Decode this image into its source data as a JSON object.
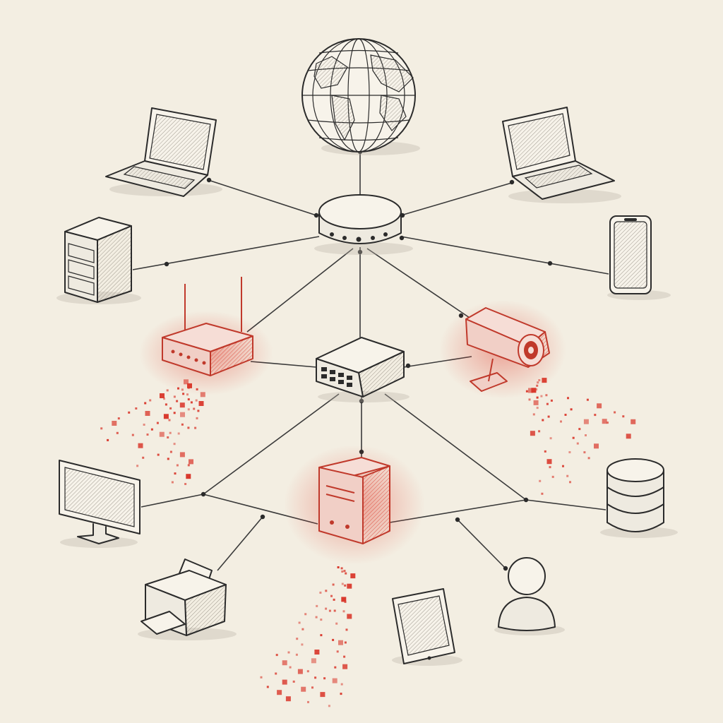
{
  "diagram": {
    "type": "network-topology",
    "accent_color": "#d9382c",
    "ink_color": "#2b2b2b",
    "background_color": "#f3eee2",
    "nodes": [
      {
        "id": "globe",
        "icon": "globe-icon",
        "compromised": false
      },
      {
        "id": "hub",
        "icon": "network-hub-icon",
        "compromised": false
      },
      {
        "id": "switch",
        "icon": "network-switch-icon",
        "compromised": false
      },
      {
        "id": "laptop-left",
        "icon": "laptop-icon",
        "compromised": false
      },
      {
        "id": "laptop-right",
        "icon": "laptop-icon",
        "compromised": false
      },
      {
        "id": "server-tower",
        "icon": "server-tower-icon",
        "compromised": false
      },
      {
        "id": "smartphone",
        "icon": "smartphone-icon",
        "compromised": false
      },
      {
        "id": "wifi-router",
        "icon": "wifi-router-icon",
        "compromised": true
      },
      {
        "id": "security-camera",
        "icon": "security-camera-icon",
        "compromised": true
      },
      {
        "id": "server-box",
        "icon": "server-box-icon",
        "compromised": true
      },
      {
        "id": "monitor",
        "icon": "monitor-icon",
        "compromised": false
      },
      {
        "id": "database",
        "icon": "database-icon",
        "compromised": false
      },
      {
        "id": "printer",
        "icon": "printer-icon",
        "compromised": false
      },
      {
        "id": "tablet",
        "icon": "tablet-icon",
        "compromised": false
      },
      {
        "id": "user",
        "icon": "user-icon",
        "compromised": false
      }
    ],
    "links": [
      [
        "globe",
        "hub"
      ],
      [
        "laptop-left",
        "hub"
      ],
      [
        "laptop-right",
        "hub"
      ],
      [
        "server-tower",
        "hub"
      ],
      [
        "smartphone",
        "hub"
      ],
      [
        "hub",
        "switch"
      ],
      [
        "hub",
        "wifi-router"
      ],
      [
        "hub",
        "security-camera"
      ],
      [
        "wifi-router",
        "switch"
      ],
      [
        "security-camera",
        "switch"
      ],
      [
        "switch",
        "server-box"
      ],
      [
        "switch",
        "monitor"
      ],
      [
        "switch",
        "database"
      ],
      [
        "monitor",
        "server-box"
      ],
      [
        "server-box",
        "database"
      ],
      [
        "printer",
        "server-box"
      ],
      [
        "user",
        "database"
      ]
    ]
  }
}
